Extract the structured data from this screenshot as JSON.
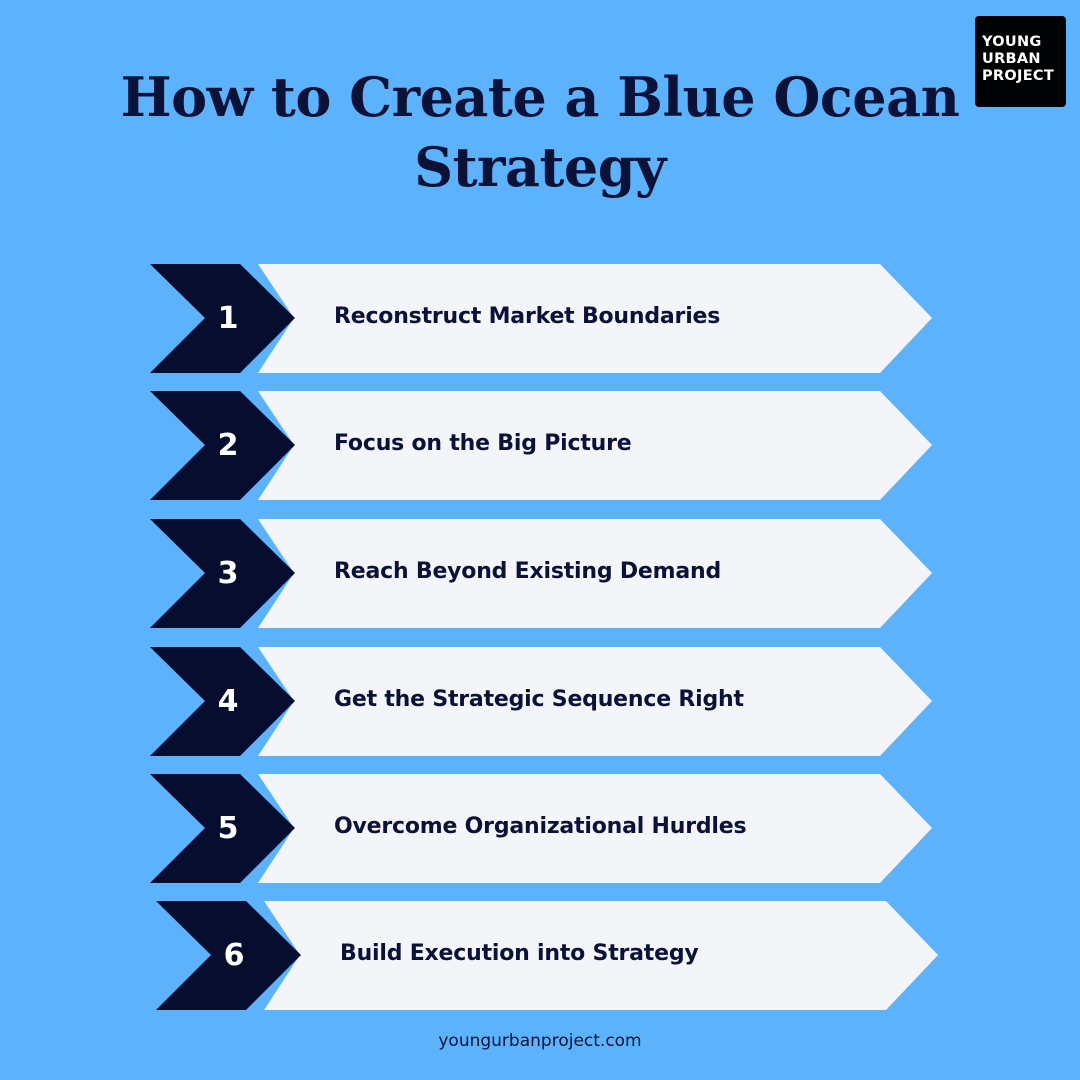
{
  "logo": {
    "lines": [
      "YOUNG",
      "URBAN",
      "PROJECT"
    ]
  },
  "title": {
    "line1": "How to Create a Blue Ocean",
    "line2": "Strategy"
  },
  "steps": [
    {
      "number": "1",
      "label": "Reconstruct Market Boundaries"
    },
    {
      "number": "2",
      "label": "Focus on the Big Picture"
    },
    {
      "number": "3",
      "label": "Reach Beyond Existing Demand"
    },
    {
      "number": "4",
      "label": "Get the Strategic Sequence Right"
    },
    {
      "number": "5",
      "label": "Overcome Organizational Hurdles"
    },
    {
      "number": "6",
      "label": "Build Execution into Strategy"
    }
  ],
  "footer": {
    "website": "youngurbanproject.com"
  },
  "colors": {
    "background": "#5cb3fb",
    "chevron_dark": "#060d2e",
    "arrow_light": "#f3f5f9",
    "text_dark": "#0b1238",
    "logo_bg": "#020305"
  }
}
